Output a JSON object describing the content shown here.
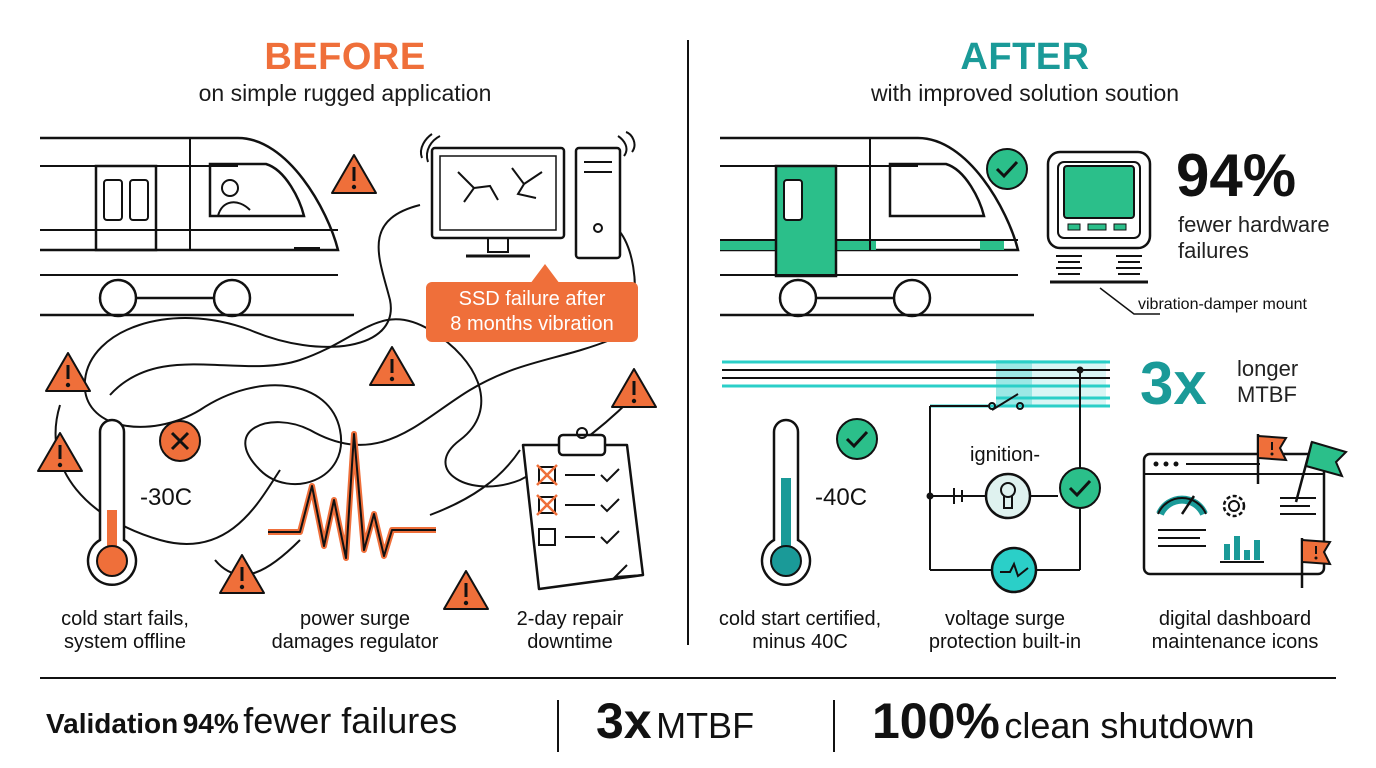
{
  "colors": {
    "orange": "#ef6f3a",
    "teal": "#1a9a98",
    "green": "#2bbf8a",
    "ink": "#111111"
  },
  "before": {
    "title": "BEFORE",
    "subtitle": "on simple rugged application",
    "ssd_callout": [
      "SSD failure after",
      "8 months vibration"
    ],
    "temperature": "-30C",
    "captions": {
      "cold_start": [
        "cold start fails,",
        "system offline"
      ],
      "power_surge": [
        "power surge",
        "damages regulator"
      ],
      "repair": [
        "2-day repair",
        "downtime"
      ]
    }
  },
  "after": {
    "title": "AFTER",
    "subtitle": "with improved solution soution",
    "fewer_failures": {
      "value": "94%",
      "text": [
        "fewer hardware",
        "failures"
      ]
    },
    "mount_label": "vibration-damper mount",
    "mtbf": {
      "value": "3x",
      "text": [
        "longer",
        "MTBF"
      ]
    },
    "ignition_label": "ignition-",
    "temperature": "-40C",
    "captions": {
      "cold_start": [
        "cold start certified,",
        "minus 40C"
      ],
      "voltage": [
        "voltage surge",
        "protection built-in"
      ],
      "dashboard": [
        "digital dashboard",
        "maintenance icons"
      ]
    }
  },
  "footer": {
    "validation_label": "Validation",
    "pct_value": "94%",
    "pct_text": "fewer failures",
    "mtbf_value": "3x",
    "mtbf_text": "MTBF",
    "shutdown_value": "100%",
    "shutdown_text": "clean shutdown"
  },
  "icons": {
    "train": "train-icon",
    "computer": "cracked-computer-icon",
    "warning": "warning-icon",
    "thermometer": "thermometer-icon",
    "fail": "x-circle-icon",
    "surge": "surge-waveform-icon",
    "clipboard": "checklist-icon",
    "check": "check-circle-icon",
    "mount": "damper-mount-icon",
    "circuit": "circuit-icon",
    "dashboard": "dashboard-icon",
    "flag": "flag-icon"
  }
}
